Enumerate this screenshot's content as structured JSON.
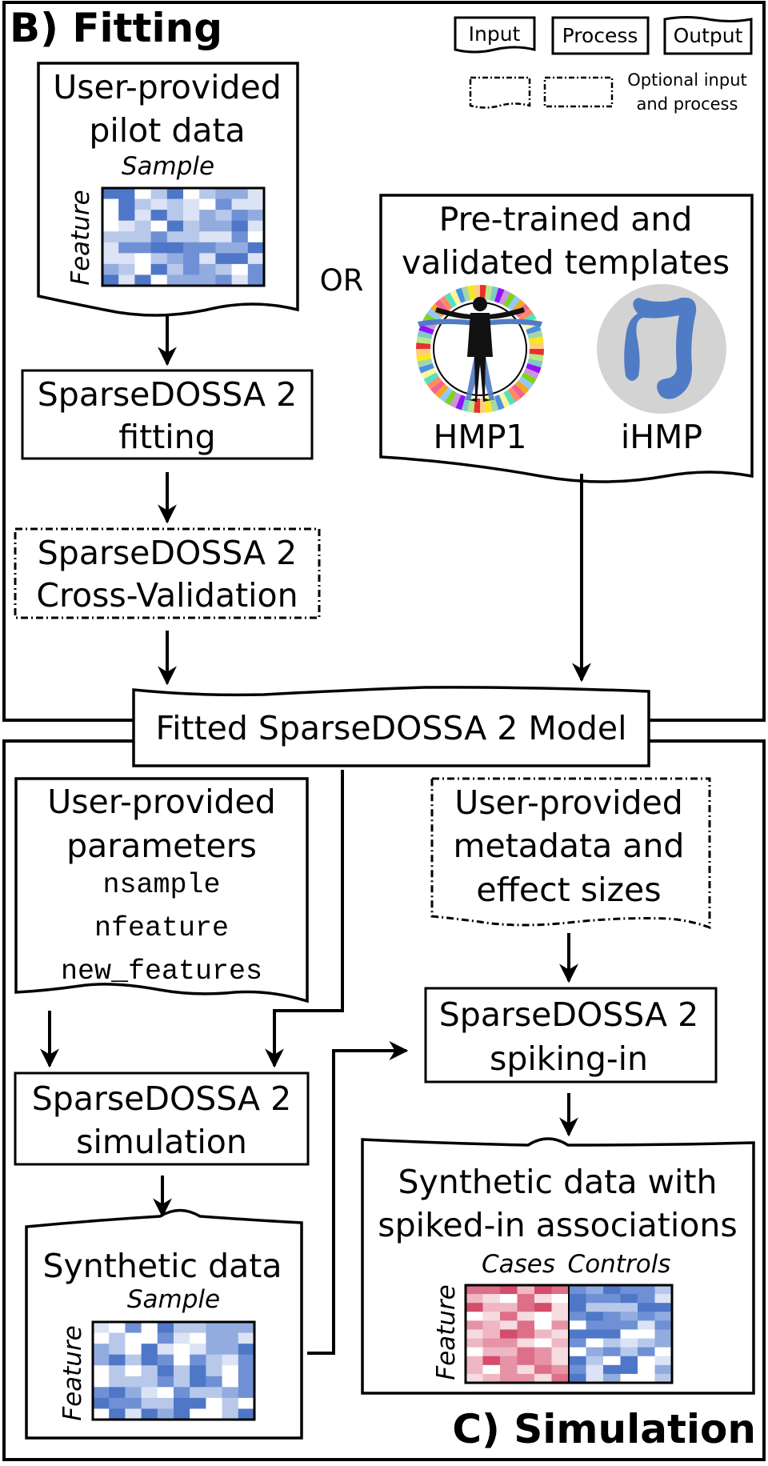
{
  "sections": {
    "fitting_title": "B) Fitting",
    "simulation_title": "C) Simulation"
  },
  "legend": {
    "input": "Input",
    "process": "Process",
    "output": "Output",
    "optional_line1": "Optional input",
    "optional_line2": "and process"
  },
  "fitting": {
    "pilot_line1": "User-provided",
    "pilot_line2": "pilot data",
    "pilot_sample": "Sample",
    "pilot_feature": "Feature",
    "or_label": "OR",
    "fit_line1": "SparseDOSSA 2",
    "fit_line2": "fitting",
    "cv_line1": "SparseDOSSA 2",
    "cv_line2": "Cross-Validation",
    "templates_line1": "Pre-trained and",
    "templates_line2": "validated templates",
    "hmp1": "HMP1",
    "ihmp": "iHMP",
    "model": "Fitted SparseDOSSA 2 Model"
  },
  "simulation": {
    "params_line1": "User-provided",
    "params_line2": "parameters",
    "params": [
      "nsample",
      "nfeature",
      "new_features"
    ],
    "meta_line1": "User-provided",
    "meta_line2": "metadata and",
    "meta_line3": "effect sizes",
    "sim_line1": "SparseDOSSA 2",
    "sim_line2": "simulation",
    "spike_line1": "SparseDOSSA 2",
    "spike_line2": "spiking-in",
    "synth_title": "Synthetic data",
    "synth_sample": "Sample",
    "synth_feature": "Feature",
    "spiked_line1": "Synthetic data with",
    "spiked_line2": "spiked-in associations",
    "cases": "Cases",
    "controls": "Controls",
    "spiked_feature": "Feature"
  },
  "colors": {
    "blue_scale": [
      "#ffffff",
      "#dbe3f5",
      "#b7c8ea",
      "#93acdf",
      "#6f90d4",
      "#4f77c8"
    ],
    "red_scale": [
      "#ffffff",
      "#f6dbe1",
      "#eeb7c3",
      "#e593a5",
      "#dd6f88",
      "#d44d6b"
    ],
    "stroke": "#000000",
    "icon_grey": "#d3d3d3",
    "icon_blue": "#4f7cc4"
  }
}
